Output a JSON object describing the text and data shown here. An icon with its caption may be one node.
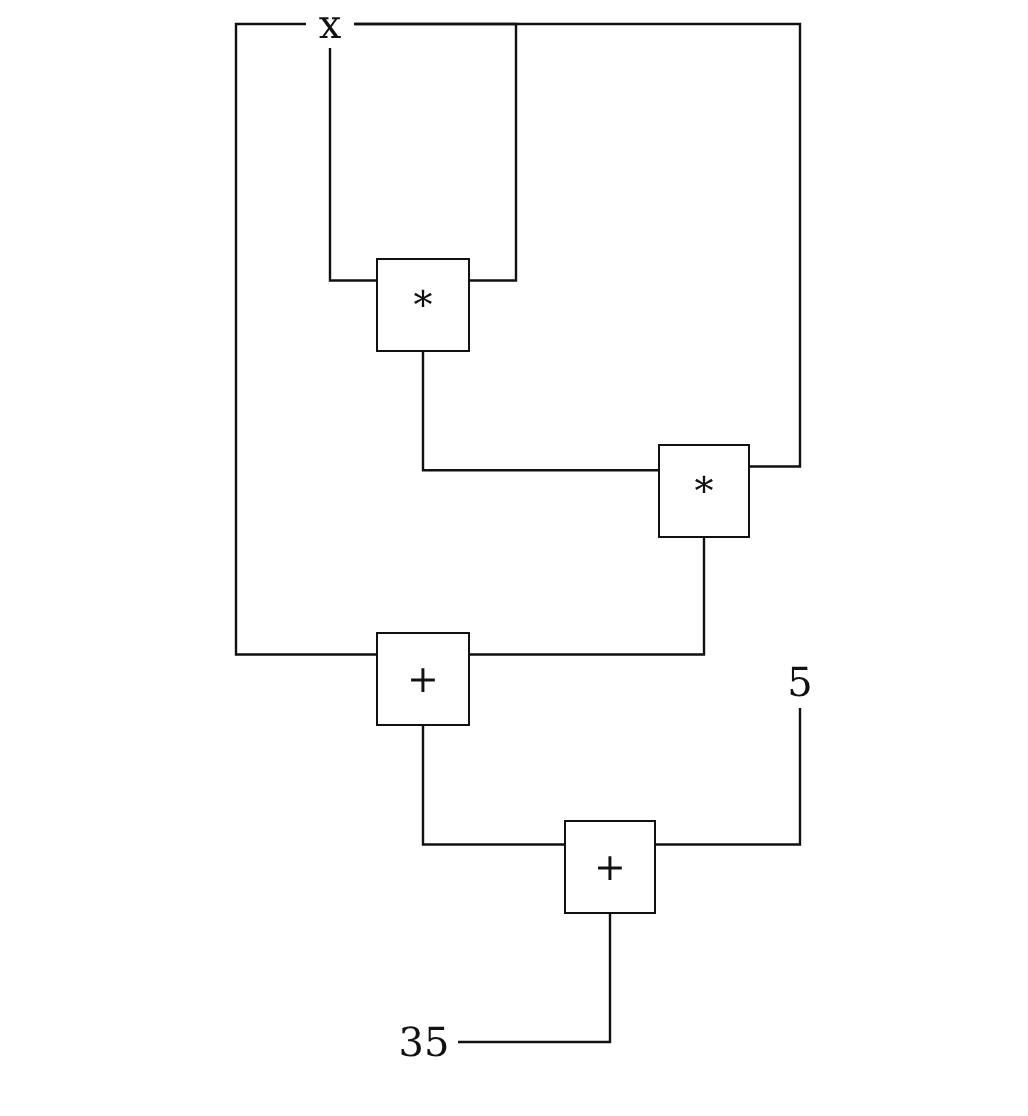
{
  "diagram": {
    "nodes": [
      {
        "text": [
          "x"
        ]
      },
      {
        "text": [
          "*"
        ]
      },
      {
        "text": [
          "*"
        ]
      },
      {
        "text": [
          "+"
        ]
      },
      {
        "text": [
          "+"
        ]
      },
      {
        "text": [
          "5"
        ]
      },
      {
        "text": [
          "35"
        ]
      }
    ],
    "edges": [
      {
        "from": 0,
        "to": 1,
        "arrow": "none"
      },
      {
        "from": 0,
        "to": 1,
        "arrow": "none"
      },
      {
        "from": 0,
        "to": 2,
        "arrow": "none"
      },
      {
        "from": 0,
        "to": 3,
        "arrow": "none"
      },
      {
        "from": 1,
        "to": 2,
        "arrow": "none"
      },
      {
        "from": 2,
        "to": 3,
        "arrow": "none"
      },
      {
        "from": 3,
        "to": 4,
        "arrow": "none"
      },
      {
        "from": 5,
        "to": 4,
        "arrow": "none"
      },
      {
        "from": 6,
        "to": 4,
        "arrow": "none"
      }
    ]
  }
}
